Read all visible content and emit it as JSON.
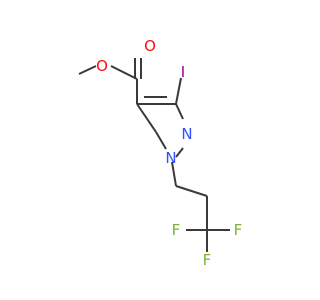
{
  "molecule": {
    "atom_labels": {
      "o_carbonyl": "O",
      "o_ester": "O",
      "iodine": "I",
      "n2": "N",
      "n1": "N",
      "f_left": "F",
      "f_right": "F",
      "f_bottom": "F"
    },
    "colors": {
      "bond": "#3a3a3a",
      "oxygen": "#ff0d0d",
      "nitrogen": "#3050f8",
      "iodine": "#940094",
      "fluorine": "#7fb236"
    }
  }
}
